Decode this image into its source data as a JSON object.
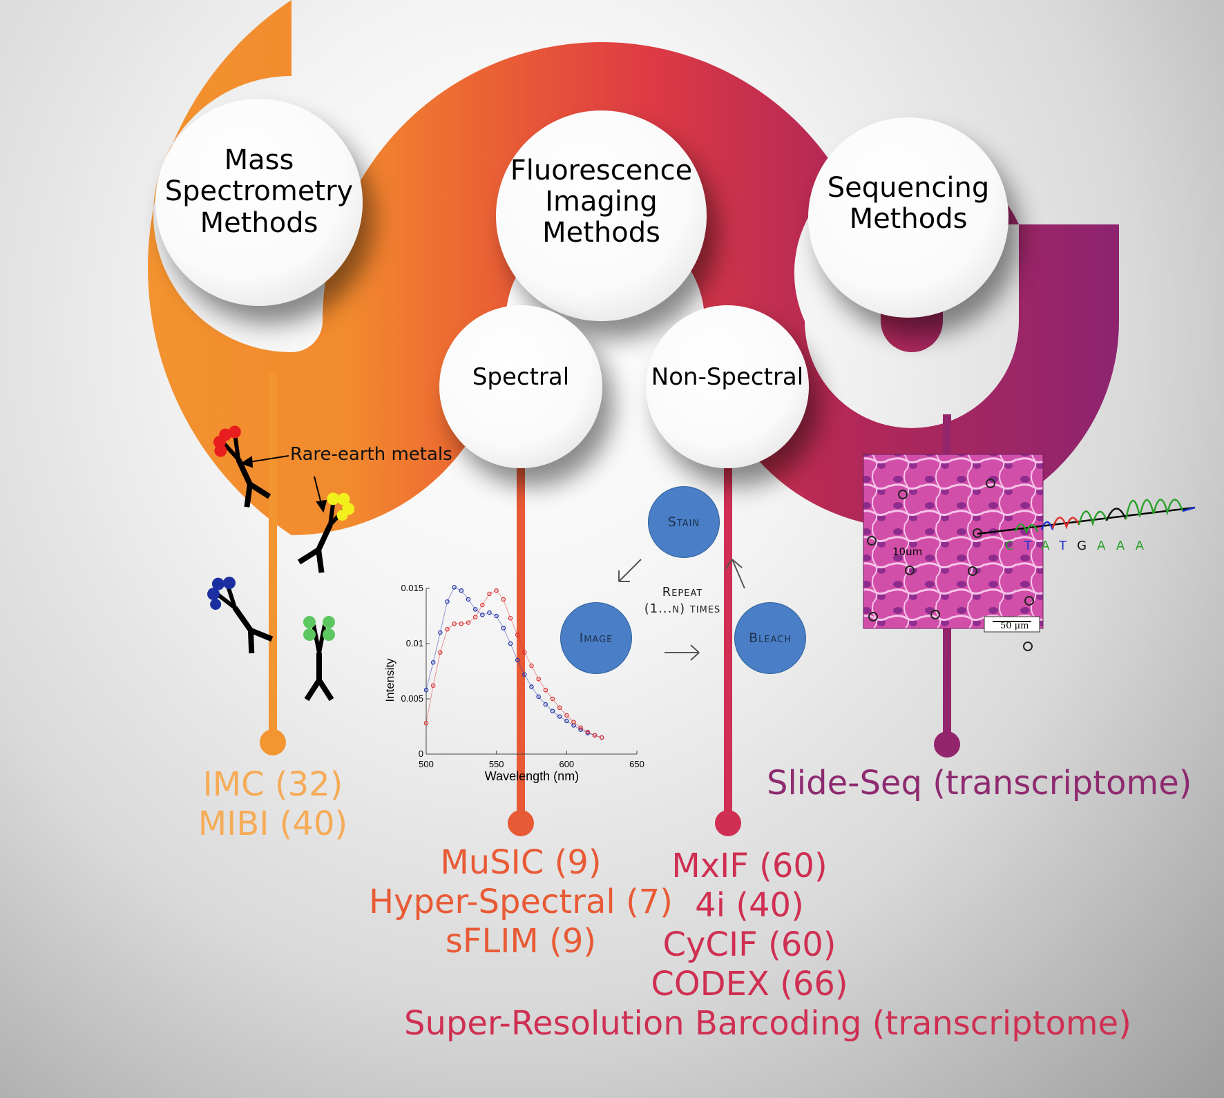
{
  "colors": {
    "mass": "#f39530",
    "mass_text": "#f6ab57",
    "fluor_spectral": "#e85a35",
    "fluor_nonspectral": "#cf2f52",
    "sequencing": "#93256c",
    "sequencing_text": "#8e2a70",
    "cycle_blue": "#4a7fc7"
  },
  "categories": {
    "mass": "Mass\nSpectrometry\nMethods",
    "fluorescence": "Fluorescence\nImaging\nMethods",
    "spectral": "Spectral",
    "nonspectral": "Non-Spectral",
    "sequencing": "Sequencing\nMethods"
  },
  "mass_panel": {
    "callout": "Rare-earth metals",
    "antibody_colors": [
      "red",
      "yellow",
      "blue",
      "green"
    ]
  },
  "cycle": {
    "stain": "Stain",
    "image": "Image",
    "bleach": "Bleach",
    "repeat_line1": "Repeat",
    "repeat_line2": "(1...n) times"
  },
  "chart_data": {
    "type": "scatter",
    "title": "",
    "xlabel": "Wavelength (nm)",
    "ylabel": "Intensity",
    "xlim": [
      500,
      650
    ],
    "ylim": [
      0,
      0.015
    ],
    "xticks": [
      "500",
      "550",
      "600",
      "650"
    ],
    "yticks": [
      "0",
      "0.005",
      "0.01",
      "0.015"
    ],
    "series": [
      {
        "color": "#2233aa",
        "x": [
          500,
          505,
          510,
          515,
          520,
          525,
          530,
          535,
          540,
          545,
          550,
          555,
          560,
          565,
          570,
          575,
          580,
          585,
          590,
          595,
          600,
          605,
          610,
          615,
          620,
          625
        ],
        "y": [
          0.0058,
          0.0083,
          0.011,
          0.0138,
          0.0151,
          0.0148,
          0.014,
          0.0131,
          0.0126,
          0.0128,
          0.0125,
          0.0114,
          0.01,
          0.0085,
          0.0072,
          0.0061,
          0.0052,
          0.0045,
          0.0039,
          0.0034,
          0.003,
          0.0026,
          0.0022,
          0.0019,
          0.0017,
          0.0015
        ]
      },
      {
        "color": "#e03030",
        "x": [
          500,
          505,
          510,
          515,
          520,
          525,
          530,
          535,
          540,
          545,
          550,
          555,
          560,
          565,
          570,
          575,
          580,
          585,
          590,
          595,
          600,
          605,
          610,
          615,
          620,
          625
        ],
        "y": [
          0.0028,
          0.0062,
          0.0092,
          0.0113,
          0.0118,
          0.0118,
          0.0119,
          0.0124,
          0.0135,
          0.0145,
          0.0148,
          0.014,
          0.0123,
          0.0108,
          0.0092,
          0.008,
          0.0068,
          0.0058,
          0.005,
          0.0042,
          0.0035,
          0.0029,
          0.0024,
          0.002,
          0.0017,
          0.0015
        ]
      }
    ]
  },
  "histology": {
    "label_10um": "10um",
    "scalebar": "50 μm",
    "bases": [
      "C",
      "T",
      "A",
      "T",
      "G",
      "A",
      "A",
      "A"
    ]
  },
  "techniques": {
    "mass": [
      "IMC (32)",
      "MIBI (40)"
    ],
    "spectral": [
      "MuSIC (9)",
      "Hyper-Spectral (7)",
      "sFLIM (9)"
    ],
    "nonspectral": [
      "MxIF (60)",
      "4i (40)",
      "CyCIF (60)",
      "CODEX (66)",
      "Super-Resolution Barcoding (transcriptome)"
    ],
    "sequencing": [
      "Slide-Seq (transcriptome)"
    ]
  }
}
